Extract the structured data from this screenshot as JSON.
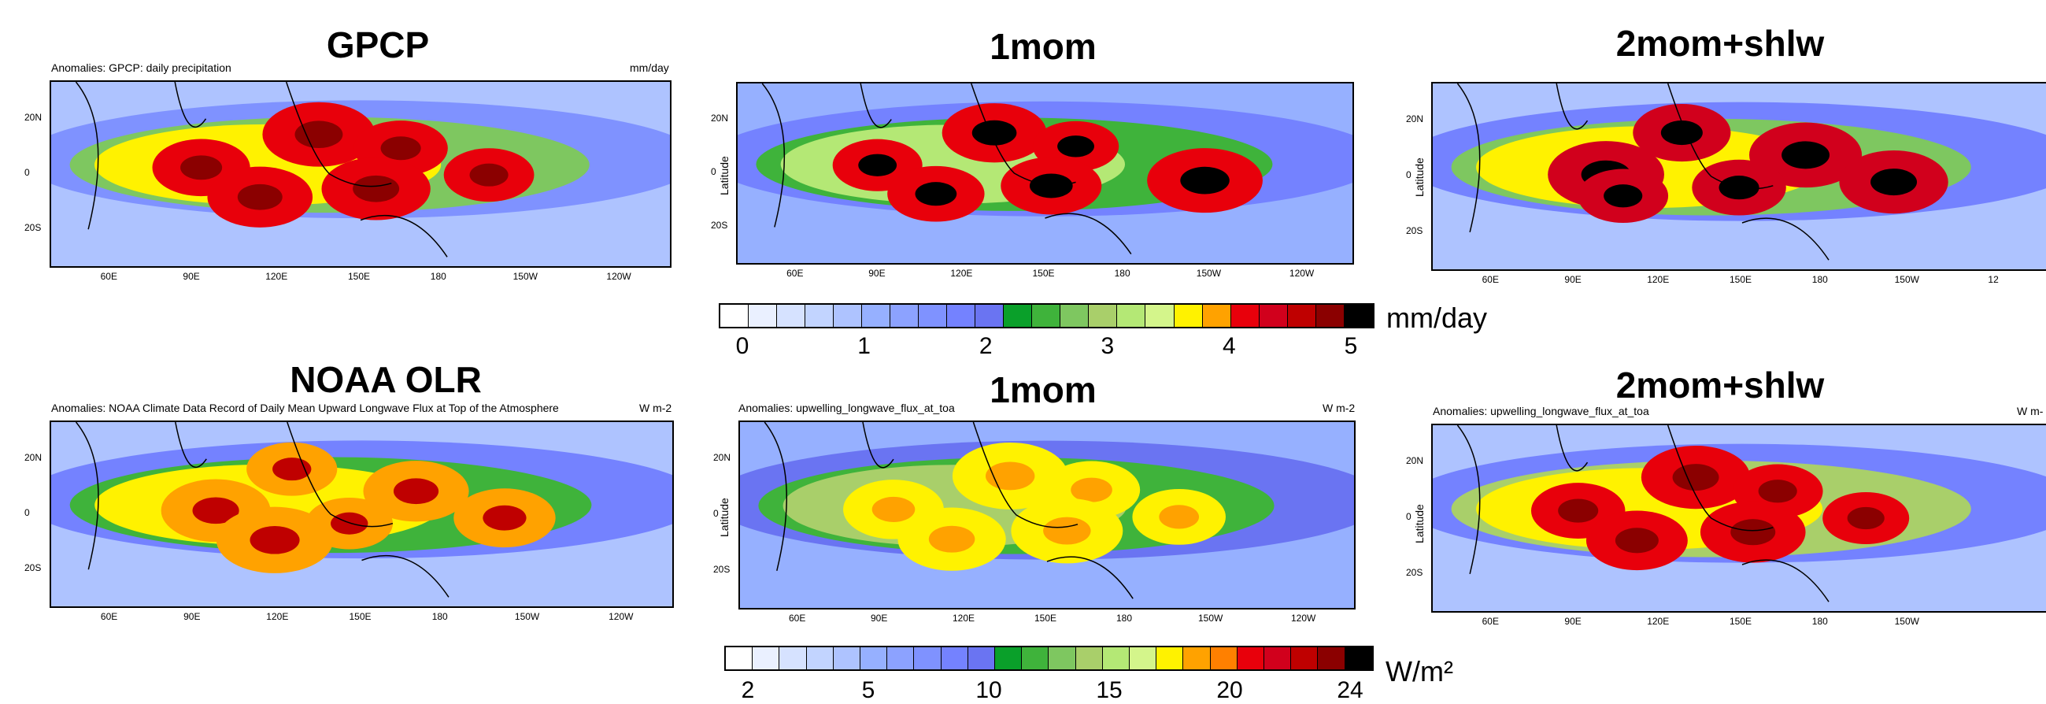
{
  "precip_colorbar": {
    "colors": [
      "#ffffff",
      "#eaf0ff",
      "#d6e2ff",
      "#c2d4ff",
      "#aec3ff",
      "#96b0ff",
      "#8ca2ff",
      "#7f92ff",
      "#7482ff",
      "#6a74f2",
      "#0aa02a",
      "#3fb33b",
      "#7ec760",
      "#a9cf6a",
      "#b4e875",
      "#d4f58b",
      "#fff200",
      "#ffa200",
      "#e8000b",
      "#d1001c",
      "#bf0000",
      "#8b0000",
      "#000000"
    ],
    "ticks": [
      "0",
      "1",
      "2",
      "3",
      "4",
      "5"
    ],
    "unit": "mm/day"
  },
  "olr_colorbar": {
    "colors": [
      "#ffffff",
      "#eaf0ff",
      "#d6e2ff",
      "#c2d4ff",
      "#aec3ff",
      "#96b0ff",
      "#8ca2ff",
      "#7f92ff",
      "#7482ff",
      "#6a74f2",
      "#0aa02a",
      "#3fb33b",
      "#7ec760",
      "#a9cf6a",
      "#b4e875",
      "#d4f58b",
      "#fff200",
      "#ffa200",
      "#ff8000",
      "#e8000b",
      "#d1001c",
      "#bf0000",
      "#8b0000",
      "#000000"
    ],
    "ticks": [
      "2",
      "5",
      "10",
      "15",
      "20",
      "24"
    ],
    "unit": "W/m²"
  },
  "chart_data": [
    {
      "type": "heatmap",
      "title": "GPCP",
      "subtitle": "Anomalies: GPCP: daily precipitation",
      "units": "mm/day",
      "ylabel": "",
      "x_ticks": [
        "60E",
        "90E",
        "120E",
        "150E",
        "180",
        "150W",
        "120W"
      ],
      "y_ticks": [
        "20N",
        "0",
        "20S"
      ]
    },
    {
      "type": "heatmap",
      "title": "1mom",
      "subtitle": "",
      "units": "",
      "ylabel": "Latitude",
      "x_ticks": [
        "60E",
        "90E",
        "120E",
        "150E",
        "180",
        "150W",
        "120W"
      ],
      "y_ticks": [
        "20N",
        "0",
        "20S"
      ]
    },
    {
      "type": "heatmap",
      "title": "2mom+shlw",
      "subtitle": "",
      "units": "",
      "ylabel": "Latitude",
      "x_ticks": [
        "60E",
        "90E",
        "120E",
        "150E",
        "180",
        "150W",
        "12"
      ],
      "y_ticks": [
        "20N",
        "0",
        "20S"
      ]
    },
    {
      "type": "heatmap",
      "title": "NOAA OLR",
      "subtitle": "Anomalies: NOAA Climate Data Record of Daily Mean Upward Longwave Flux at Top of the Atmosphere",
      "units": "W m-2",
      "ylabel": "",
      "x_ticks": [
        "60E",
        "90E",
        "120E",
        "150E",
        "180",
        "150W",
        "120W"
      ],
      "y_ticks": [
        "20N",
        "0",
        "20S"
      ]
    },
    {
      "type": "heatmap",
      "title": "1mom",
      "subtitle": "Anomalies: upwelling_longwave_flux_at_toa",
      "units": "W m-2",
      "ylabel": "Latitude",
      "x_ticks": [
        "60E",
        "90E",
        "120E",
        "150E",
        "180",
        "150W",
        "120W"
      ],
      "y_ticks": [
        "20N",
        "0",
        "20S"
      ]
    },
    {
      "type": "heatmap",
      "title": "2mom+shlw",
      "subtitle": "Anomalies: upwelling_longwave_flux_at_toa",
      "units": "W m-",
      "ylabel": "Latitude",
      "x_ticks": [
        "60E",
        "90E",
        "120E",
        "150E",
        "180",
        "150W"
      ],
      "y_ticks": [
        "20N",
        "0",
        "20S"
      ]
    }
  ]
}
